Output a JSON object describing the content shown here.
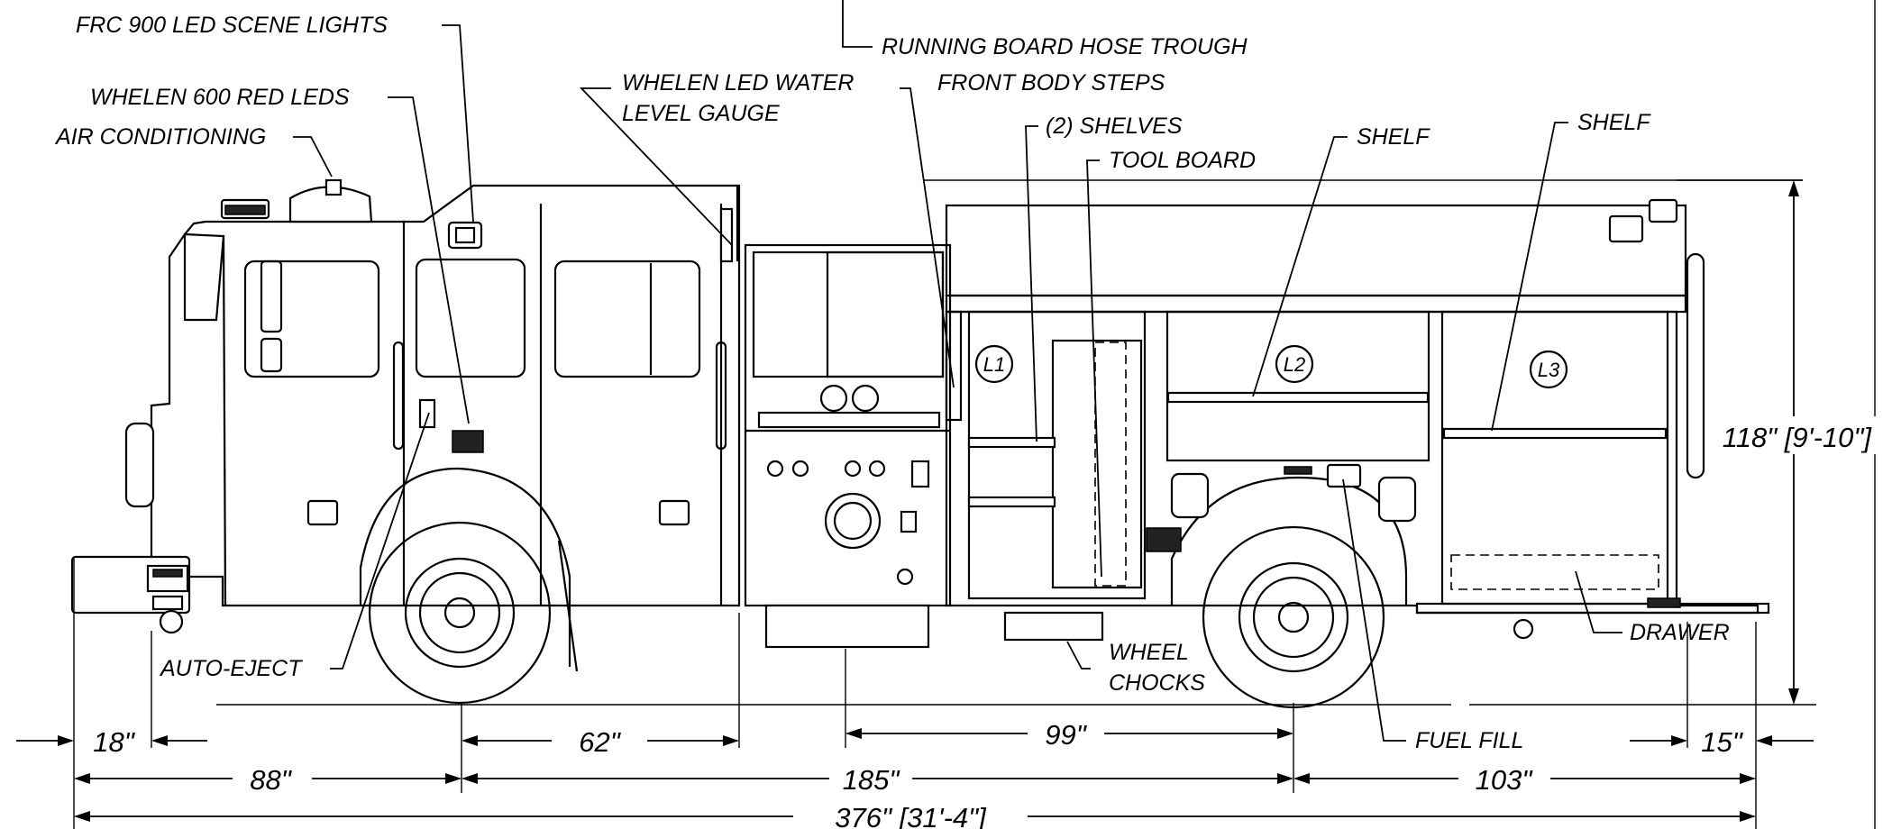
{
  "callouts": {
    "frc_lights": "FRC 900 LED SCENE LIGHTS",
    "running_board": "RUNNING BOARD HOSE TROUGH",
    "whelen_red": "WHELEN 600 RED LEDS",
    "water_gauge_1": "WHELEN LED WATER",
    "water_gauge_2": "LEVEL GAUGE",
    "front_steps": "FRONT BODY STEPS",
    "air_cond": "AIR CONDITIONING",
    "two_shelves": "(2) SHELVES",
    "tool_board": "TOOL BOARD",
    "shelf_mid": "SHELF",
    "shelf_right": "SHELF",
    "auto_eject": "AUTO-EJECT",
    "wheel_chocks_1": "WHEEL",
    "wheel_chocks_2": "CHOCKS",
    "fuel_fill": "FUEL FILL",
    "drawer": "DRAWER"
  },
  "compartments": {
    "l1": "L1",
    "l2": "L2",
    "l3": "L3"
  },
  "dimensions": {
    "height": "118\" [9'-10\"]",
    "front_overhang": "18\"",
    "cab_to_axle": "62\"",
    "pump_to_axle": "99\"",
    "rear_overhang": "15\"",
    "bumper_to_front_axle": "88\"",
    "wheelbase": "185\"",
    "rear_axle_to_end": "103\"",
    "overall_length": "376\" [31'-4\"]"
  }
}
